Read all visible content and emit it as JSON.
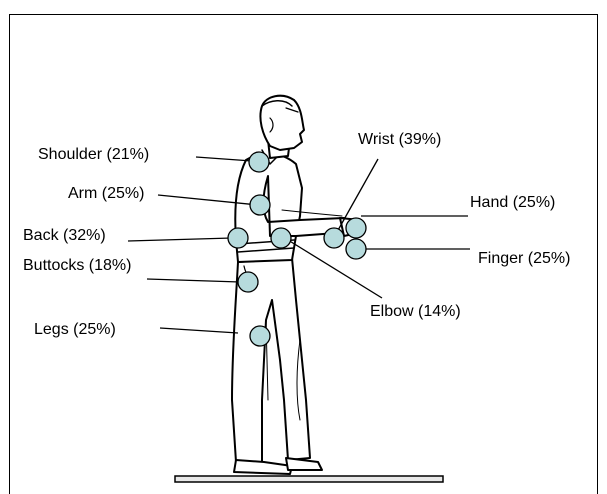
{
  "labels": {
    "shoulder": "Shoulder (21%)",
    "wrist": "Wrist (39%)",
    "arm": "Arm (25%)",
    "hand": "Hand (25%)",
    "back": "Back (32%)",
    "finger": "Finger (25%)",
    "buttocks": "Buttocks (18%)",
    "elbow": "Elbow (14%)",
    "legs": "Legs (25%)"
  },
  "colors": {
    "marker_fill": "#b7dbdd",
    "marker_stroke": "#000000",
    "ink": "#000000"
  }
}
